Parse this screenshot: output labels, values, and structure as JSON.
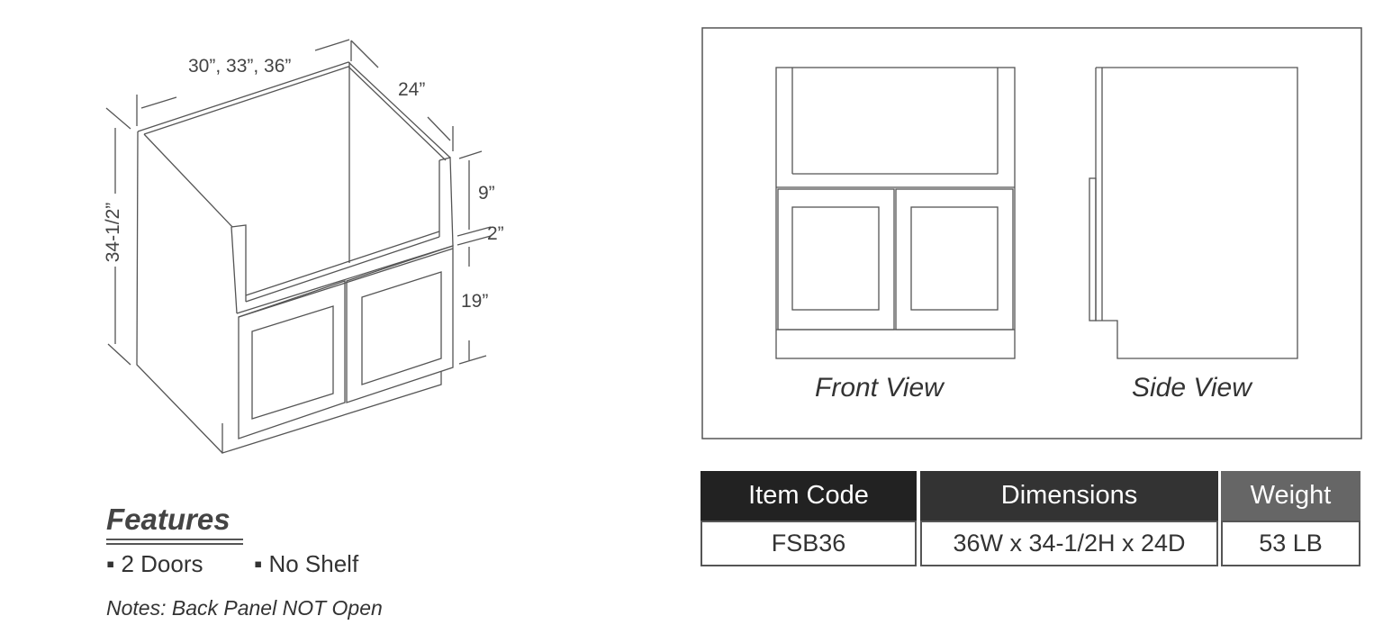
{
  "dimensions": {
    "width": "30”, 33”, 36”",
    "depth": "24”",
    "height": "34-1/2”",
    "upper_opening": "9”",
    "rail": "2”",
    "door_height": "19”"
  },
  "views": {
    "front_label": "Front View",
    "side_label": "Side View"
  },
  "features": {
    "title": "Features",
    "items": [
      "▪ 2 Doors",
      "▪ No Shelf"
    ],
    "notes": "Notes: Back Panel NOT Open"
  },
  "spec_table": {
    "headers": [
      "Item Code",
      "Dimensions",
      "Weight"
    ],
    "values": [
      "FSB36",
      "36W x 34-1/2H x 24D",
      "53 LB"
    ],
    "header_colors": [
      "#222222",
      "#333333",
      "#666666"
    ]
  }
}
